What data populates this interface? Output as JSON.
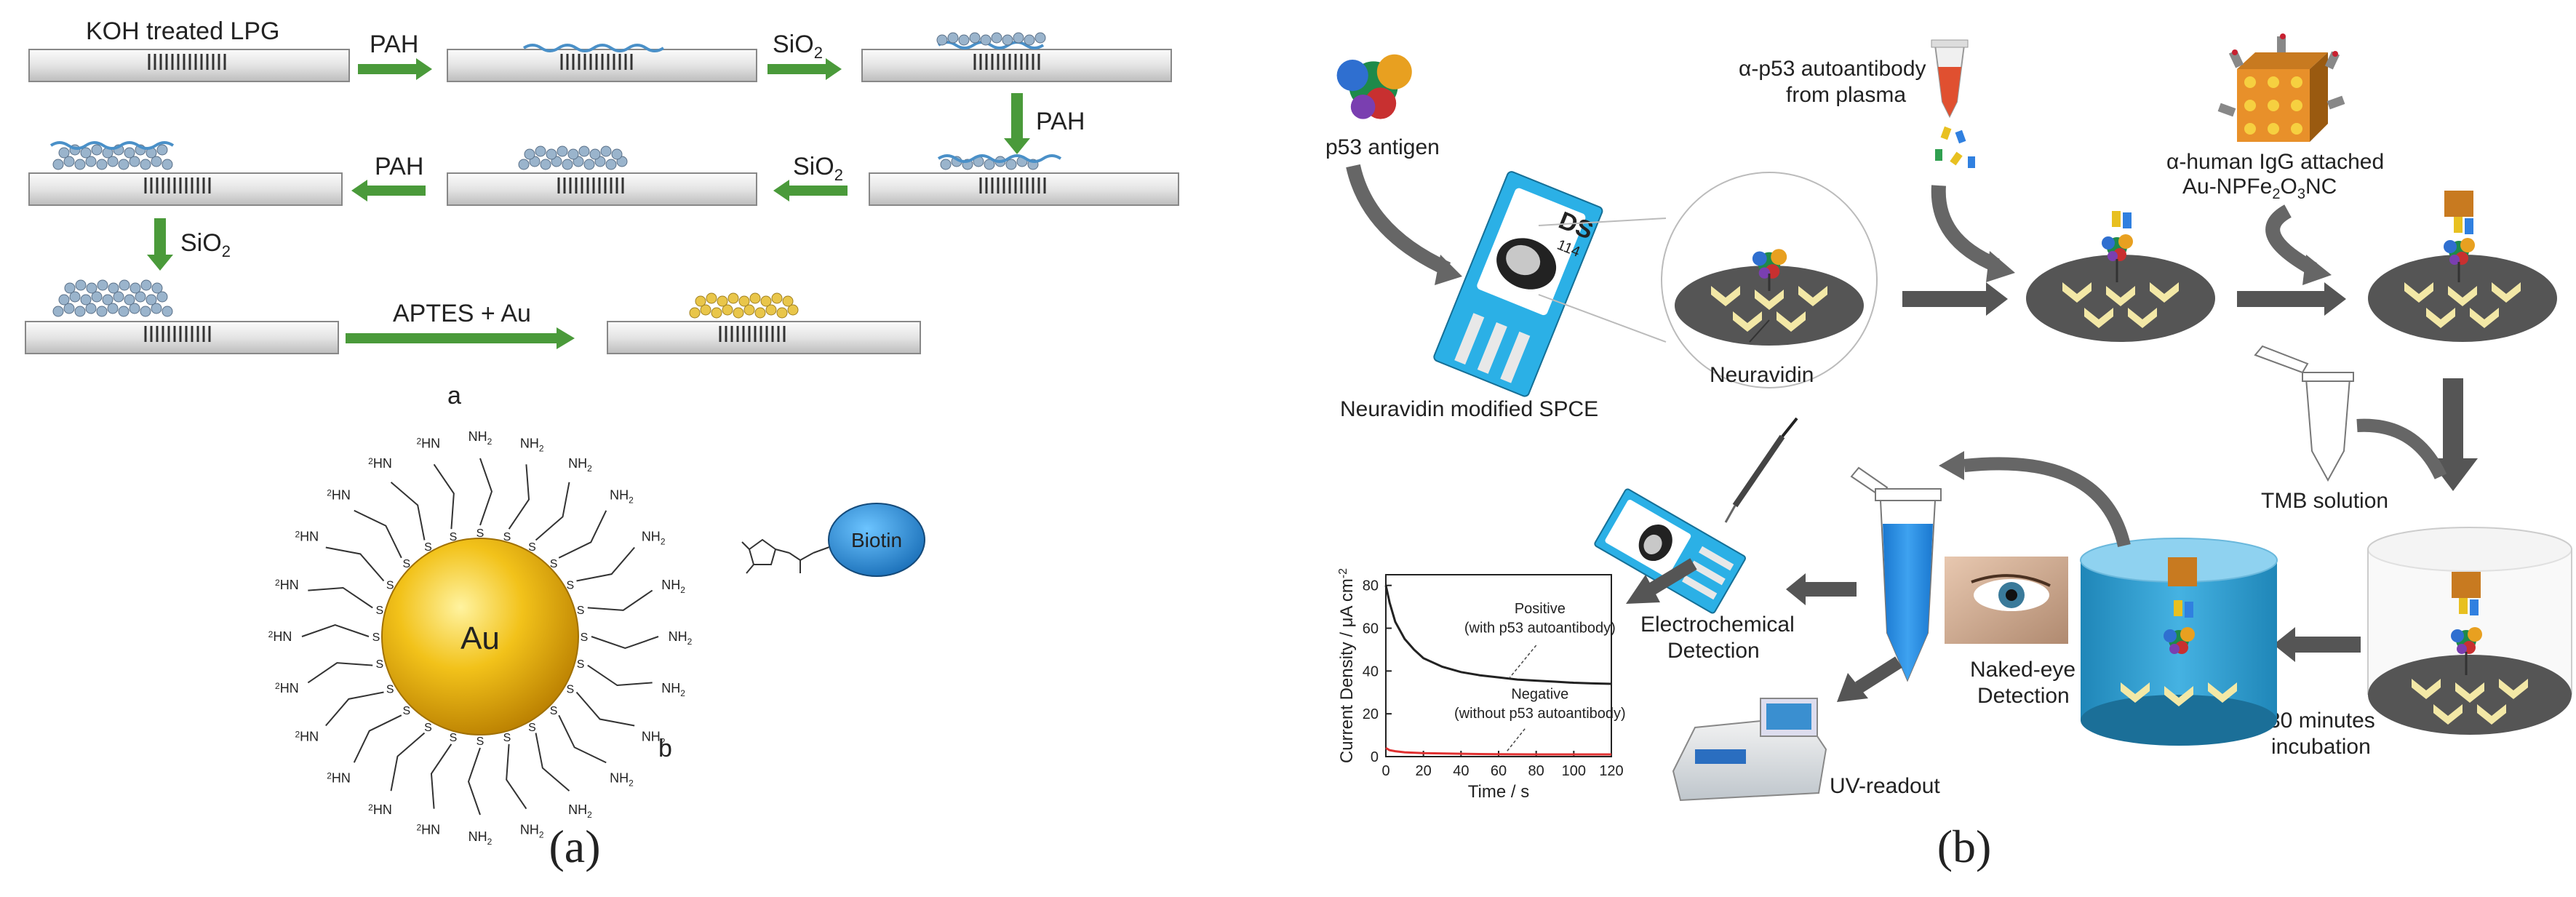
{
  "panel_a": {
    "lpg_label": "KOH treated LPG",
    "steps": {
      "pah": "PAH",
      "sio2_base": "SiO",
      "sio2_sub": "2",
      "aptes_au": "APTES + Au"
    },
    "sublabel_a": "a",
    "sublabel_b": "b",
    "au_label": "Au",
    "nh2_base": "NH",
    "nh2_sub": "2",
    "h2n_sub": "2",
    "h2n_base": "HN",
    "s_label": "S",
    "biotin_label": "Biotin",
    "caption": "(a)"
  },
  "panel_b": {
    "p53_antigen": "p53 antigen",
    "autoantibody_line1": "α-p53 autoantibody",
    "autoantibody_line2": "from plasma",
    "igg_line1": "α-human IgG attached",
    "igg_line2": "Au-NPFe",
    "igg_sub1": "2",
    "igg_mid": "O",
    "igg_sub2": "3",
    "igg_end": "NC",
    "spce_label": "Neuravidin modified SPCE",
    "neuravidin_label": "Neuravidin",
    "tmb_label": "TMB solution",
    "incubation_line1": "30 minutes",
    "incubation_line2": "incubation",
    "electro_line1": "Electrochemical",
    "electro_line2": "Detection",
    "naked_eye_line1": "Naked-eye",
    "naked_eye_line2": "Detection",
    "uv_label": "UV-readout",
    "ds_label": "DS",
    "ds_number": "114",
    "caption": "(b)"
  },
  "colors": {
    "arrow_green": "#4a9a3a",
    "arrow_gray": "#555555",
    "au_gold": "#e9b00a",
    "biotin_blue": "#2a8fd8",
    "electrode_blue": "#2bb0e6",
    "disc_gray": "#555555",
    "chevron_yellow": "#f3e8a6",
    "positive_line": "#222222",
    "negative_line": "#e03030"
  },
  "chart_data": {
    "type": "line",
    "xlabel": "Time / s",
    "ylabel": "Current Density / μA cm",
    "ylabel_sup": "-2",
    "xlim": [
      0,
      120
    ],
    "ylim": [
      0,
      85
    ],
    "xticks": [
      "0",
      "20",
      "40",
      "60",
      "80",
      "100",
      "120"
    ],
    "yticks": [
      "0",
      "20",
      "40",
      "60",
      "80"
    ],
    "grid": false,
    "series": [
      {
        "name": "Positive",
        "label_line1": "Positive",
        "label_line2": "(with p53 autoantibody)",
        "color": "#222222",
        "x": [
          0,
          2,
          5,
          10,
          15,
          20,
          30,
          40,
          50,
          60,
          70,
          80,
          90,
          100,
          110,
          120
        ],
        "y": [
          80,
          72,
          63,
          55,
          50,
          46,
          42,
          39.5,
          38,
          37,
          36,
          35.5,
          35,
          34.5,
          34.2,
          34
        ]
      },
      {
        "name": "Negative",
        "label_line1": "Negative",
        "label_line2": "(without p53 autoantibody)",
        "color": "#e03030",
        "x": [
          0,
          2,
          5,
          10,
          20,
          40,
          60,
          80,
          100,
          120
        ],
        "y": [
          4,
          3,
          2.5,
          2,
          1.6,
          1.3,
          1.1,
          1,
          1,
          1
        ]
      }
    ]
  }
}
